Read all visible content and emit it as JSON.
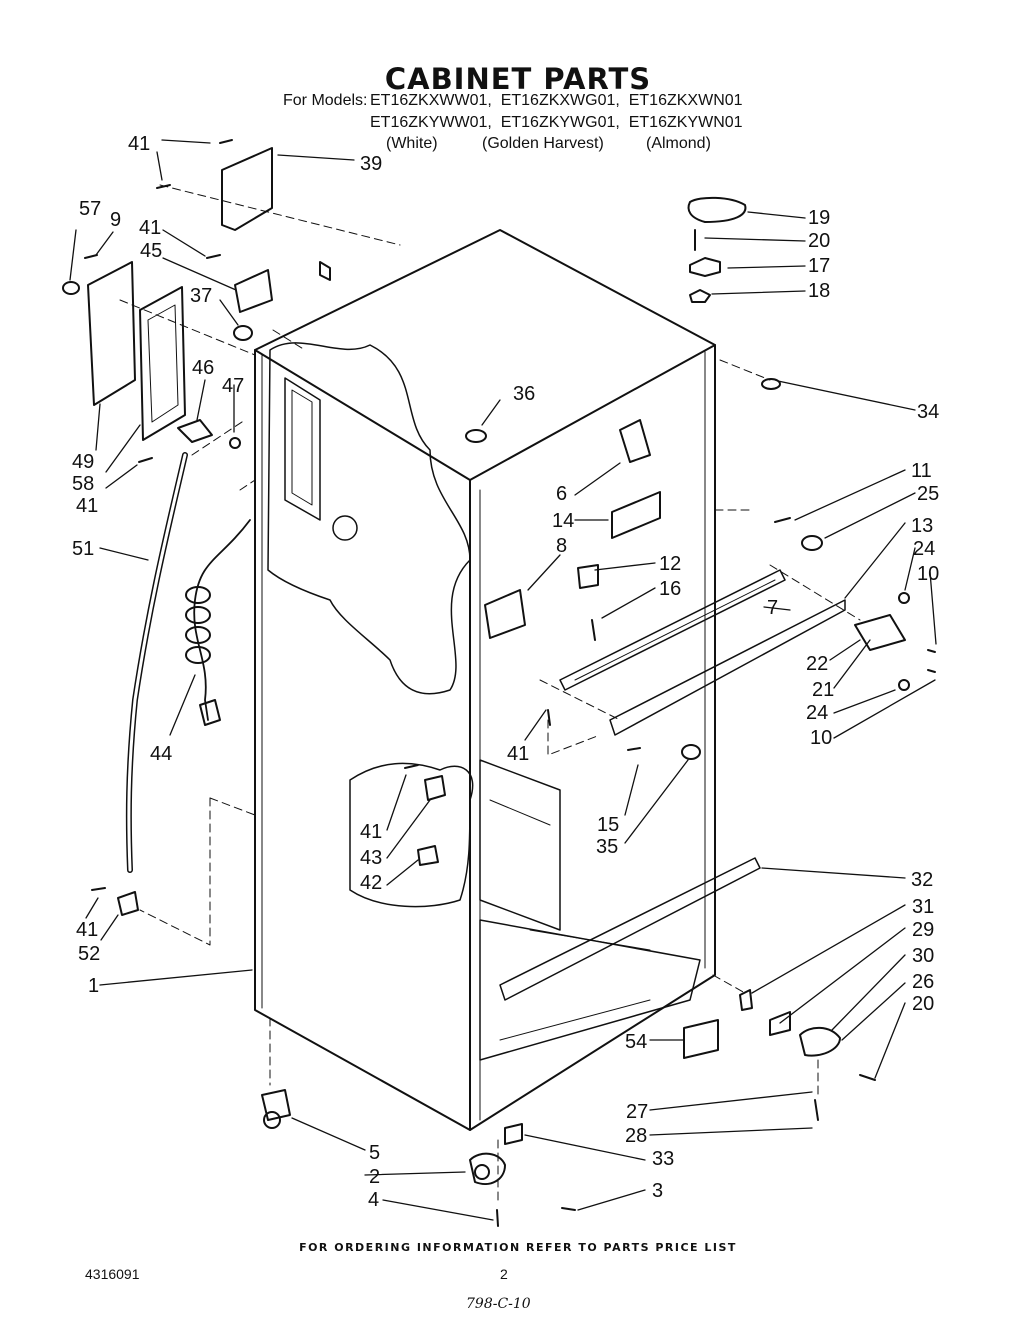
{
  "title": "CABINET PARTS",
  "models_prefix": "For Models:",
  "models_line1": "ET16ZKXWW01,  ET16ZKXWG01,  ET16ZKXWN01",
  "models_line2": "ET16ZKYWW01,  ET16ZKYWG01,  ET16ZKYWN01",
  "colors": [
    "(White)",
    "(Golden Harvest)",
    "(Almond)"
  ],
  "ordering_note": "FOR ORDERING INFORMATION REFER TO PARTS PRICE LIST",
  "doc_number": "4316091",
  "page_number": "2",
  "handwritten": "798-C-10",
  "callouts": [
    "41",
    "39",
    "57",
    "9",
    "41",
    "45",
    "37",
    "49",
    "58",
    "41",
    "46",
    "47",
    "51",
    "44",
    "36",
    "19",
    "20",
    "17",
    "18",
    "34",
    "6",
    "11",
    "25",
    "14",
    "13",
    "8",
    "12",
    "16",
    "24",
    "10",
    "7",
    "22",
    "21",
    "24",
    "10",
    "41",
    "15",
    "35",
    "41",
    "43",
    "42",
    "32",
    "41",
    "52",
    "31",
    "29",
    "30",
    "26",
    "20",
    "1",
    "54",
    "27",
    "28",
    "5",
    "2",
    "33",
    "3",
    "4"
  ]
}
